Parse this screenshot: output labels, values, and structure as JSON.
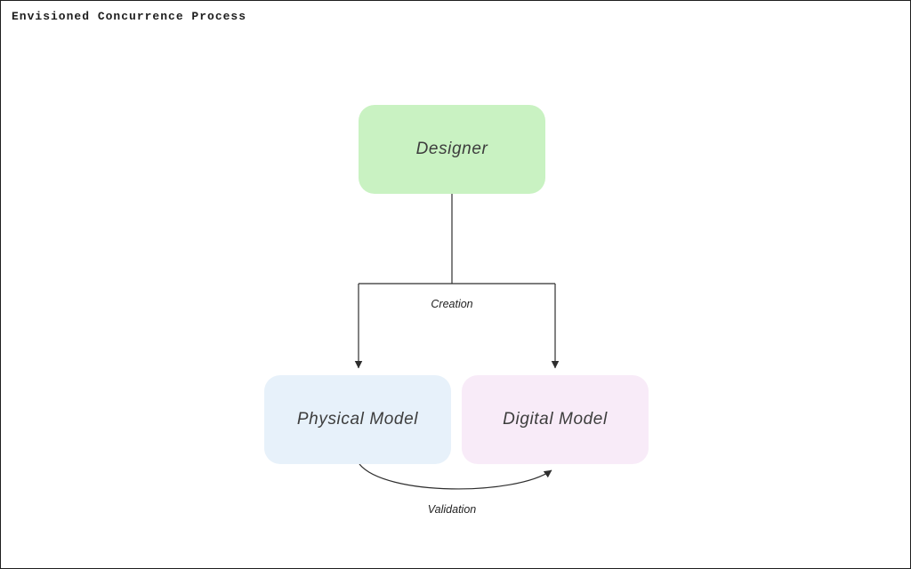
{
  "title": "Envisioned Concurrence Process",
  "diagram": {
    "nodes": [
      {
        "id": "designer",
        "label": "Designer",
        "fill": "#c9f2c2"
      },
      {
        "id": "physical-model",
        "label": "Physical Model",
        "fill": "#e7f1fa"
      },
      {
        "id": "digital-model",
        "label": "Digital Model",
        "fill": "#f8ebf8"
      }
    ],
    "edge_labels": {
      "creation": "Creation",
      "validation": "Validation"
    },
    "stroke_color": "#2e2e2e"
  }
}
